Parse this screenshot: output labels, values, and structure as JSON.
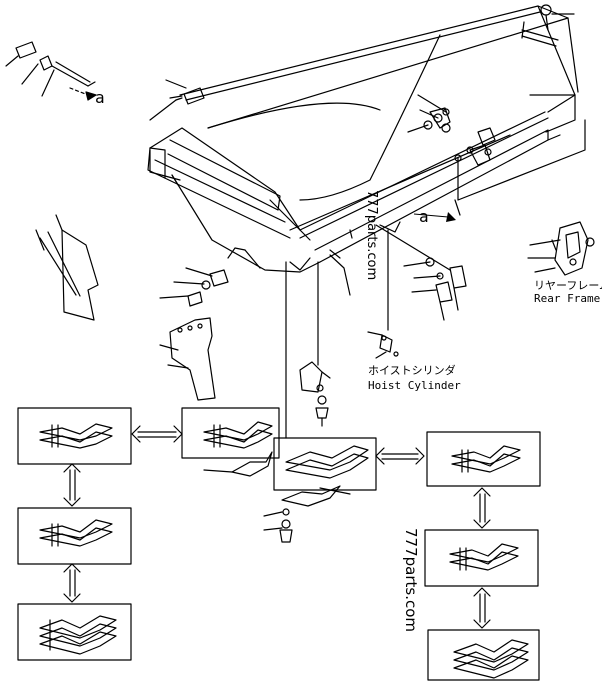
{
  "callouts": {
    "a_top": "a",
    "a_mid": "a"
  },
  "labels": {
    "rear_frame_jp": "リヤーフレーム",
    "rear_frame_en": "Rear Frame",
    "hoist_cylinder_jp": "ホイストシリンダ",
    "hoist_cylinder_en": "Hoist Cylinder"
  },
  "watermarks": {
    "center": "777parts.com",
    "right": "777parts.com"
  },
  "colors": {
    "line": "#000000",
    "background": "#ffffff"
  }
}
